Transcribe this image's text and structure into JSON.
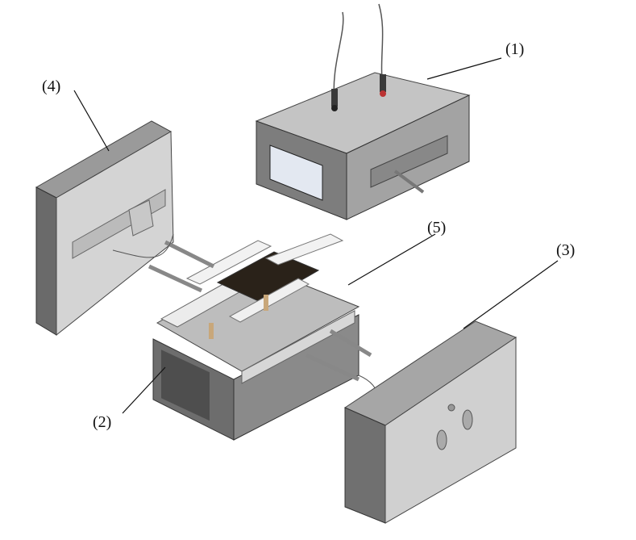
{
  "diagram": {
    "labels": {
      "part1": "(1)",
      "part2": "(2)",
      "part3": "(3)",
      "part4": "(4)",
      "part5": "(5)"
    },
    "colors": {
      "panel_face": "#c9c9c9",
      "panel_side": "#8e8e8e",
      "panel_dark": "#5a5a5a",
      "screen": "#dfe6f2",
      "accent_wood": "#c8a77a"
    }
  }
}
